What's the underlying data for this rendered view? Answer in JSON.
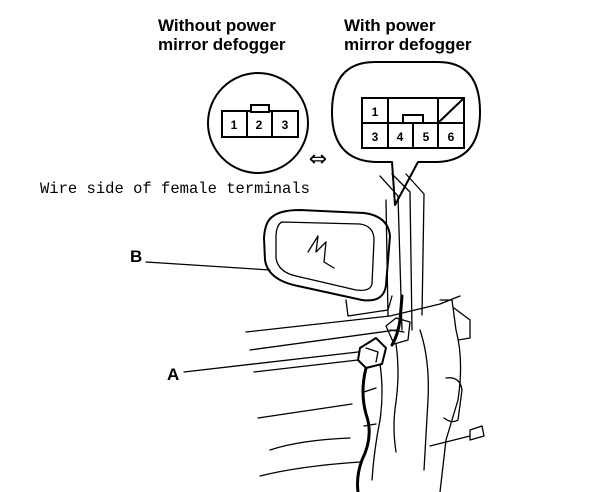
{
  "labels": {
    "without_line1": "Without power",
    "without_line2": "mirror defogger",
    "with_line1": "With power",
    "with_line2": "mirror defogger",
    "wire_side": "Wire side of female terminals",
    "callout_a": "A",
    "callout_b": "B"
  },
  "connector_without": {
    "pins": [
      "1",
      "2",
      "3"
    ]
  },
  "connector_with": {
    "pins_top": [
      "1"
    ],
    "pins_bottom": [
      "3",
      "4",
      "5",
      "6"
    ]
  },
  "swap_symbol": "⇔"
}
